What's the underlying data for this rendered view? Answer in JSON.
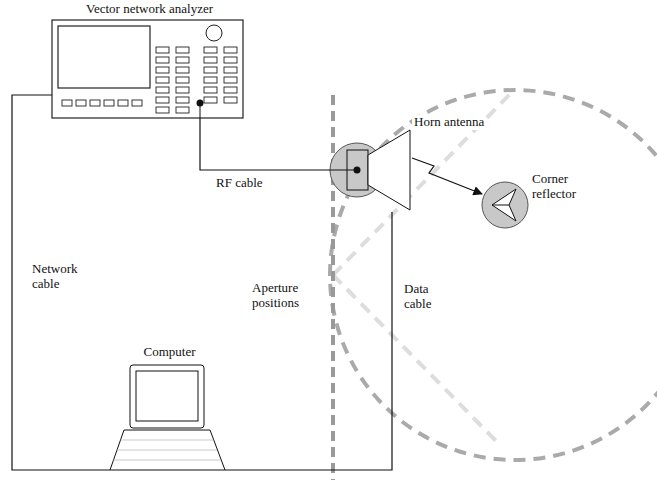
{
  "diagram": {
    "nodes": [
      {
        "text": [
          "Vector network analyzer"
        ]
      },
      {
        "text": [
          "Horn antenna"
        ]
      },
      {
        "text": [
          "Corner reflector"
        ]
      },
      {
        "text": [
          "Computer"
        ]
      }
    ],
    "edges": [
      {
        "from": 0,
        "to": 1,
        "label": "RF cable",
        "arrow": "none"
      },
      {
        "from": 0,
        "to": 3,
        "label": "Network cable",
        "arrow": "none"
      },
      {
        "from": 1,
        "to": 3,
        "label": "Data cable",
        "arrow": "none"
      },
      {
        "from": 1,
        "to": 2,
        "arrow": "to"
      }
    ],
    "labels": [
      "Aperture positions"
    ]
  }
}
